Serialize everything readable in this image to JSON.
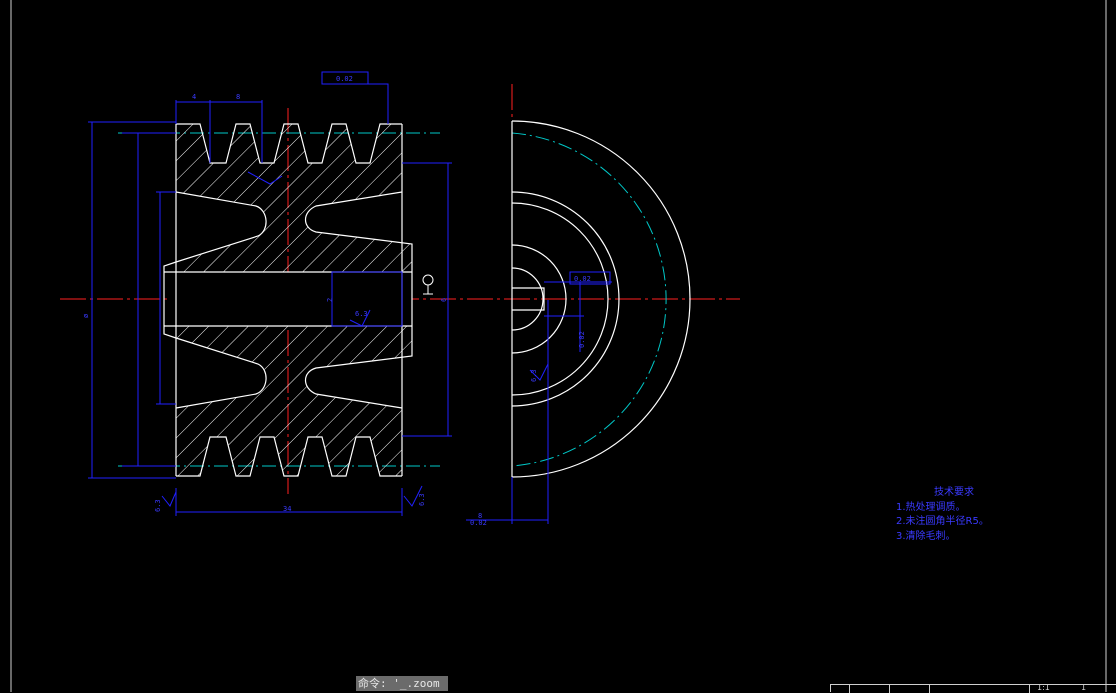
{
  "drawing": {
    "dims": {
      "groove_w1": "4",
      "groove_w2": "8",
      "flatness": "0.02",
      "rough_a": "6.3",
      "rough_b": "6.3",
      "rough_c": "6.3",
      "rough_d": "6.3",
      "width": "34",
      "bore": "8",
      "keyway": "2",
      "len": "6",
      "dia_left": "ø",
      "tol_a": "0.02",
      "tol_b": "0.02",
      "bottom_tol": "0.02"
    },
    "tech_requirements": {
      "title": "技术要求",
      "items": [
        "1.热处理调质。",
        "2.未注圆角半径R5。",
        "3.清除毛刺。"
      ]
    },
    "title_block": {
      "scale": "1:1",
      "qty": "1"
    }
  },
  "command_line": {
    "prompt": "命令: ",
    "text": "'_.zoom"
  },
  "colors": {
    "background": "#000000",
    "outline": "#ffffff",
    "dimension": "#2020ff",
    "center": "#ff2020",
    "pitch": "#00c8c8"
  }
}
